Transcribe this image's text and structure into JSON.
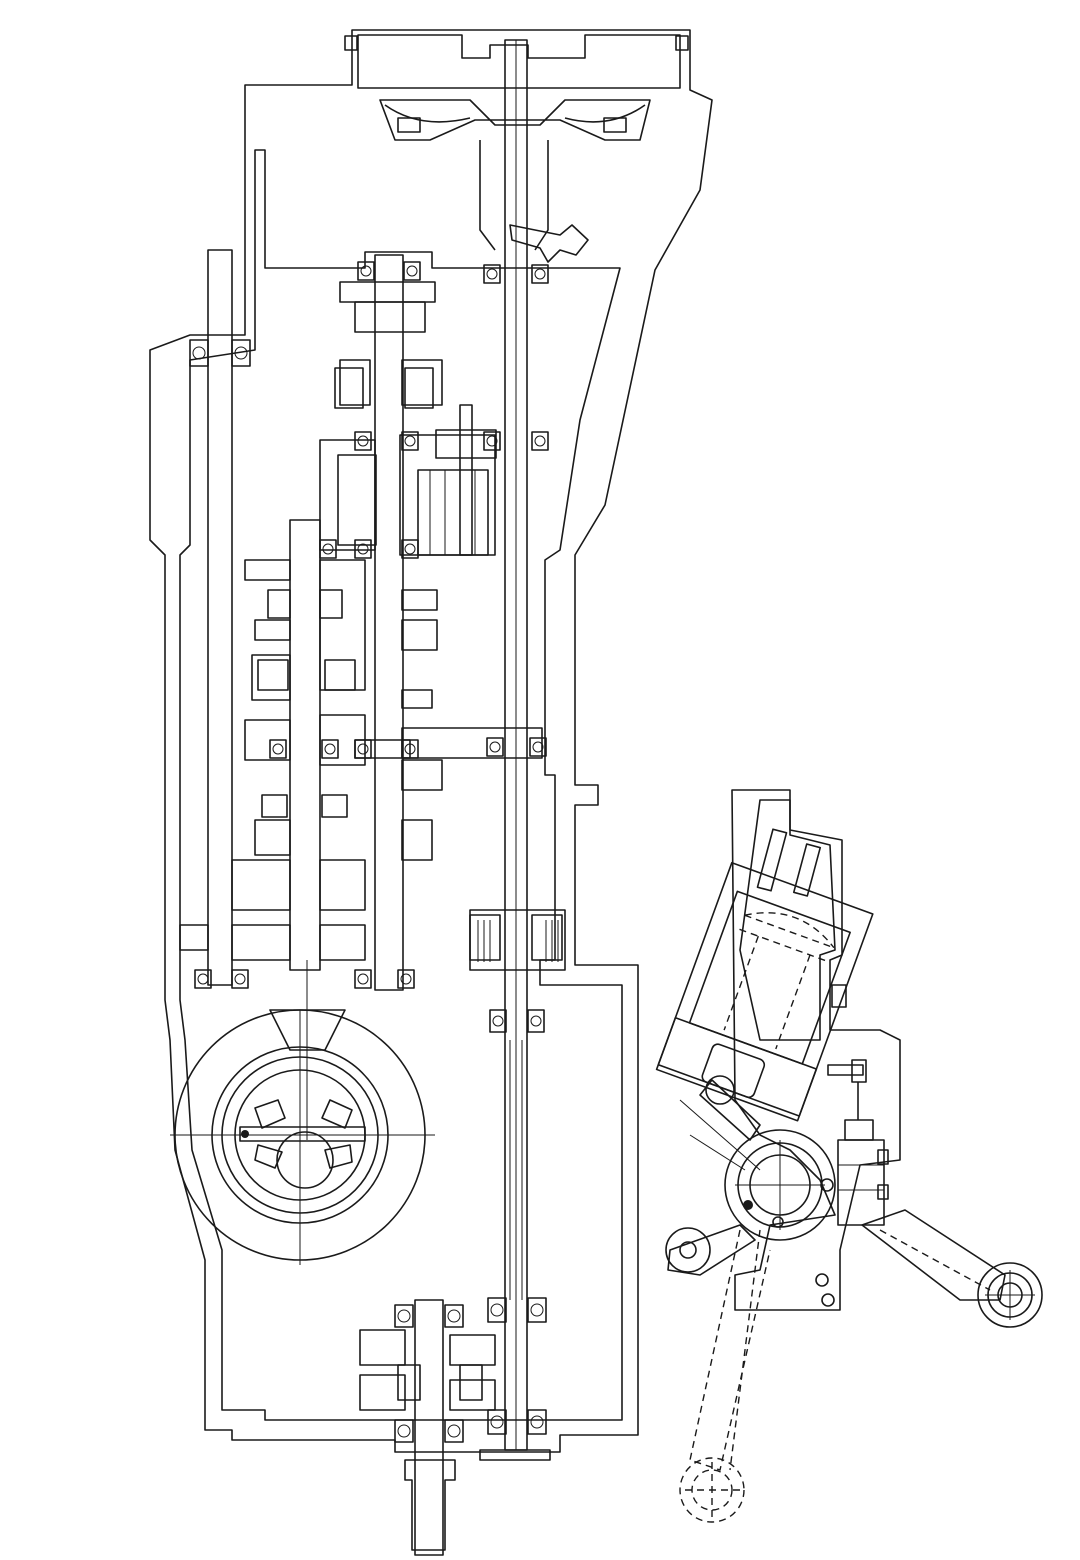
{
  "figure": {
    "kind": "engineering cross-section drawing",
    "views": [
      {
        "name": "gearbox-sectional-view",
        "printed_text": ""
      },
      {
        "name": "shift-linkage-detail-view",
        "printed_text": ""
      }
    ]
  },
  "colors": {
    "background": "#ffffff",
    "line": "#1a1a1a",
    "casting_fill": "#b7b7b7",
    "casting_fill_light": "#cfcfcf",
    "part_fill": "#ffffff",
    "hatch": "#444444"
  }
}
